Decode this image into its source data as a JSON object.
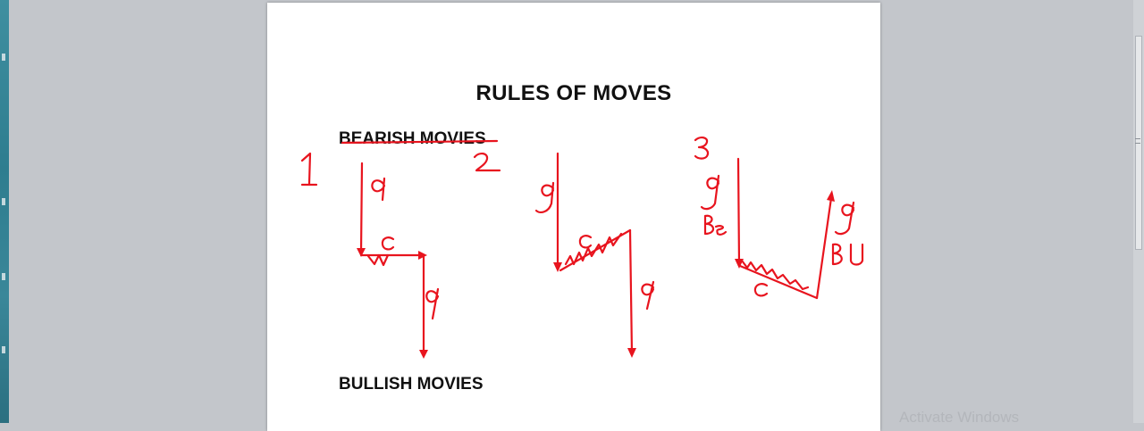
{
  "document": {
    "title": "RULES OF MOVES",
    "heading_bearish": "BEARISH MOVIES",
    "heading_bullish": "BULLISH MOVIES"
  },
  "annotations": {
    "color": "#e8141e",
    "diagram_1": {
      "number": "1",
      "labels": [
        "9",
        "C",
        "9"
      ]
    },
    "diagram_2": {
      "number": "2",
      "labels": [
        "9",
        "C",
        "9"
      ]
    },
    "diagram_3": {
      "number": "3",
      "labels": [
        "9",
        "Be",
        "C",
        "9",
        "BU"
      ]
    }
  },
  "os": {
    "watermark": "Activate Windows"
  }
}
